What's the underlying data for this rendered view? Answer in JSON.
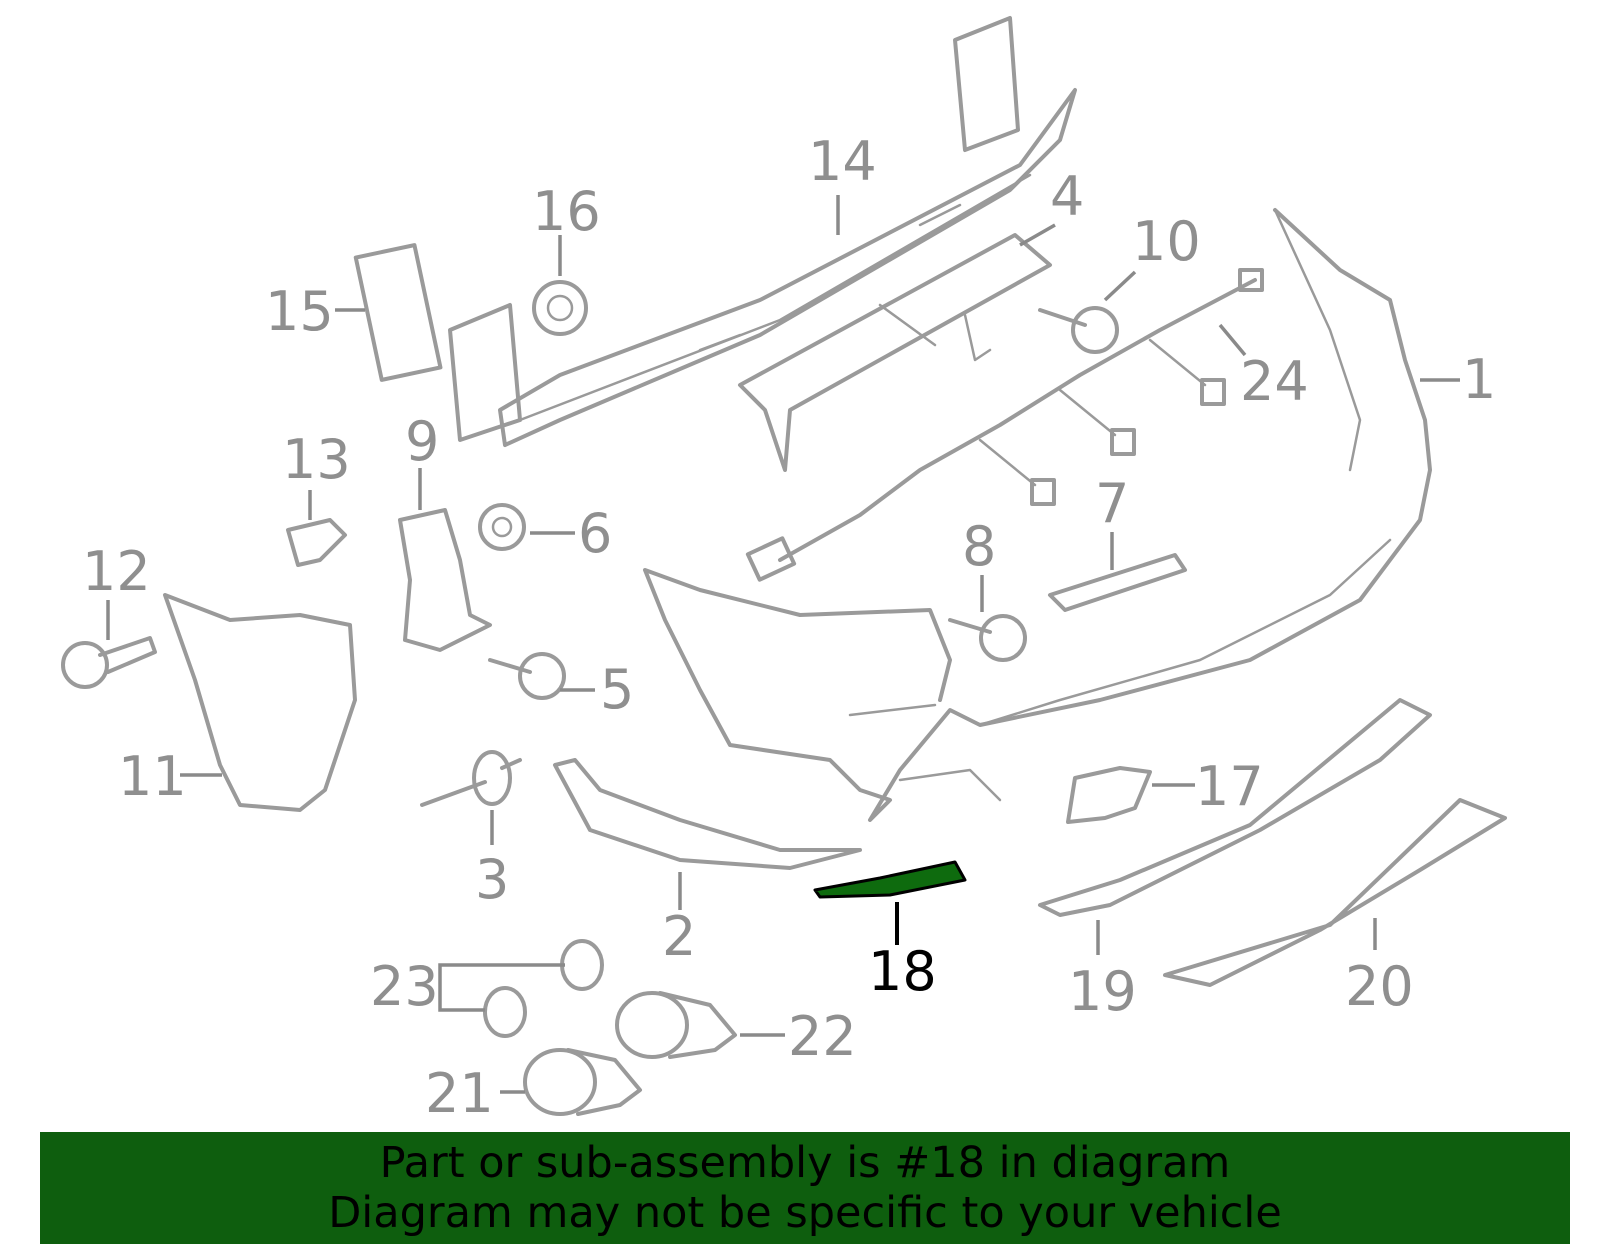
{
  "diagram": {
    "highlight_color": "#0e6b0e",
    "part_color": "#9a9a9a",
    "callouts": [
      {
        "id": "1",
        "label": "1"
      },
      {
        "id": "2",
        "label": "2"
      },
      {
        "id": "3",
        "label": "3"
      },
      {
        "id": "4",
        "label": "4"
      },
      {
        "id": "5",
        "label": "5"
      },
      {
        "id": "6",
        "label": "6"
      },
      {
        "id": "7",
        "label": "7"
      },
      {
        "id": "8",
        "label": "8"
      },
      {
        "id": "9",
        "label": "9"
      },
      {
        "id": "10",
        "label": "10"
      },
      {
        "id": "11",
        "label": "11"
      },
      {
        "id": "12",
        "label": "12"
      },
      {
        "id": "13",
        "label": "13"
      },
      {
        "id": "14",
        "label": "14"
      },
      {
        "id": "15",
        "label": "15"
      },
      {
        "id": "16",
        "label": "16"
      },
      {
        "id": "17",
        "label": "17"
      },
      {
        "id": "18",
        "label": "18"
      },
      {
        "id": "19",
        "label": "19"
      },
      {
        "id": "20",
        "label": "20"
      },
      {
        "id": "21",
        "label": "21"
      },
      {
        "id": "22",
        "label": "22"
      },
      {
        "id": "23",
        "label": "23"
      },
      {
        "id": "24",
        "label": "24"
      }
    ],
    "highlighted_part": "18"
  },
  "banner": {
    "background": "#0e5e0e",
    "line1": "Part or sub-assembly is #18 in diagram",
    "line2": "Diagram may not be specific to your vehicle"
  }
}
